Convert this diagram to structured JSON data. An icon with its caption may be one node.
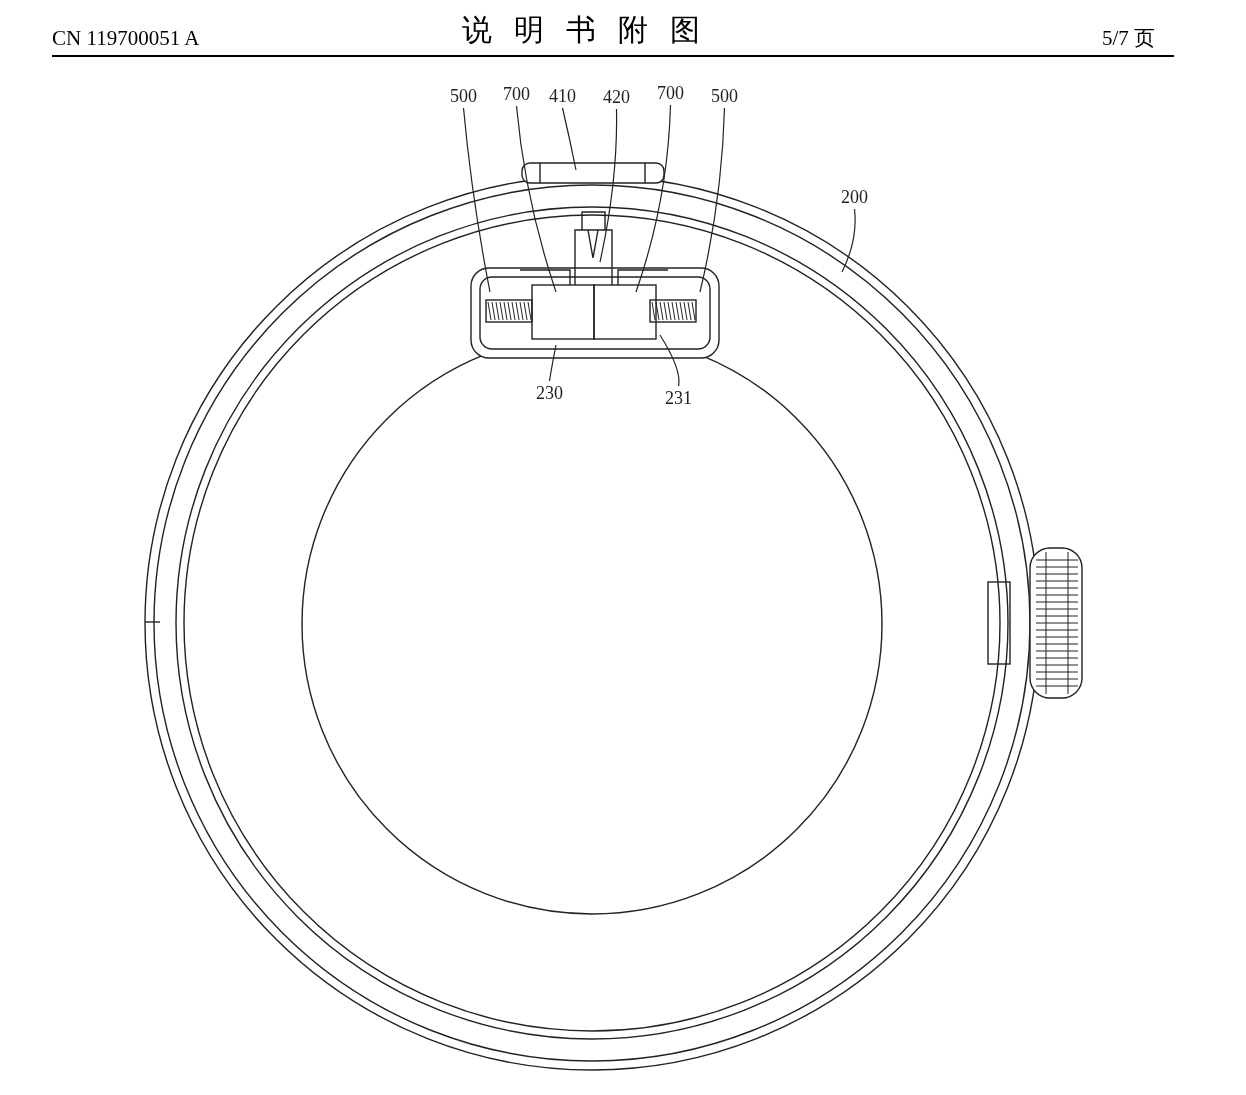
{
  "diagram": {
    "title": "说明书附图",
    "nodes": [
      {
        "text": [
          "500"
        ]
      },
      {
        "text": [
          "700"
        ]
      },
      {
        "text": [
          "410"
        ]
      },
      {
        "text": [
          "420"
        ]
      },
      {
        "text": [
          "700"
        ]
      },
      {
        "text": [
          "500"
        ]
      },
      {
        "text": [
          "200"
        ]
      },
      {
        "text": [
          "230"
        ]
      },
      {
        "text": [
          "231"
        ]
      }
    ],
    "edges": [
      {
        "from": 0,
        "to": null,
        "arrow": "none"
      },
      {
        "from": 1,
        "to": null,
        "arrow": "none"
      },
      {
        "from": 2,
        "to": null,
        "arrow": "none"
      },
      {
        "from": 3,
        "to": null,
        "arrow": "none"
      },
      {
        "from": 4,
        "to": null,
        "arrow": "none"
      },
      {
        "from": 5,
        "to": null,
        "arrow": "none"
      },
      {
        "from": 6,
        "to": null,
        "arrow": "none"
      },
      {
        "from": 7,
        "to": null,
        "arrow": "none"
      },
      {
        "from": 8,
        "to": null,
        "arrow": "none"
      }
    ],
    "labels": [
      "CN 119700051 A",
      "5/7 页"
    ]
  }
}
